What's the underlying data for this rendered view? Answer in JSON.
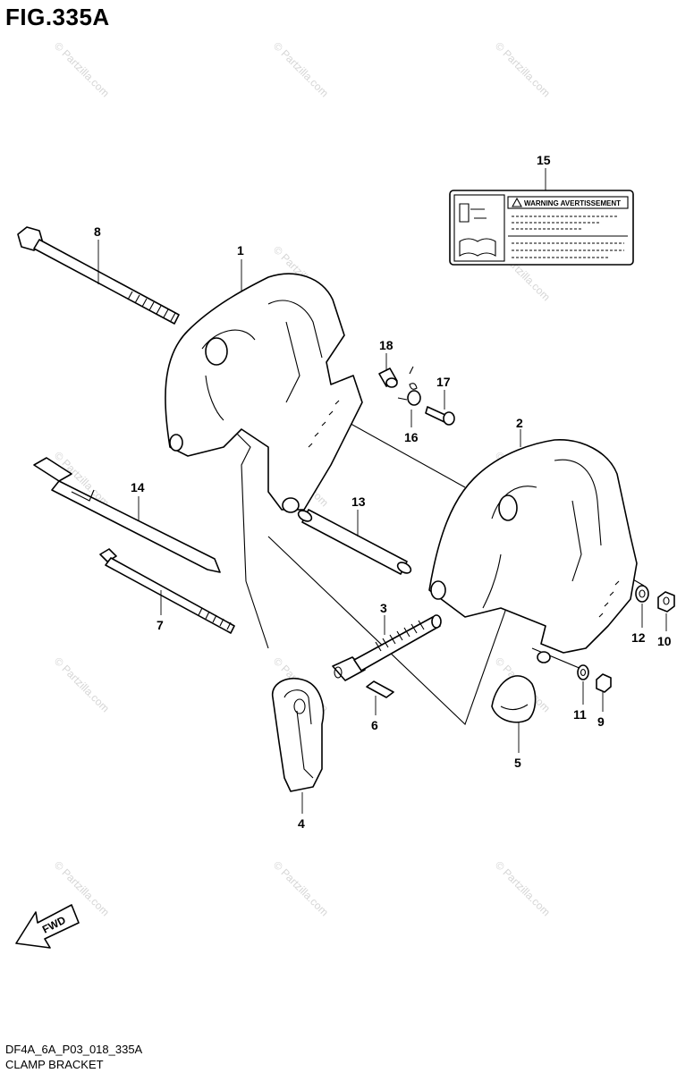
{
  "figure": {
    "title": "FIG.335A",
    "code": "DF4A_6A_P03_018_335A",
    "caption": "CLAMP BRACKET"
  },
  "watermark": "© Partzilla.com",
  "fwd_arrow": {
    "label": "FWD"
  },
  "warning_label": {
    "title": "WARNING AVERTISSEMENT"
  },
  "callouts": {
    "c1": "1",
    "c2": "2",
    "c3": "3",
    "c4": "4",
    "c5": "5",
    "c6": "6",
    "c7": "7",
    "c8": "8",
    "c9": "9",
    "c10": "10",
    "c11": "11",
    "c12": "12",
    "c13": "13",
    "c14": "14",
    "c15": "15",
    "c16": "16",
    "c17": "17",
    "c18": "18"
  }
}
